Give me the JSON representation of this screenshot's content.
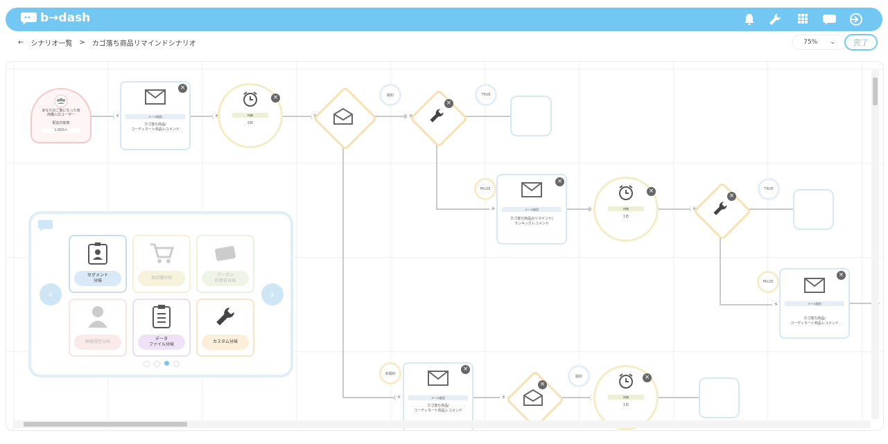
{
  "app": {
    "logo_text": "b→dash"
  },
  "header": {
    "icons": [
      "bell-icon",
      "wrench-icon",
      "grid-icon",
      "chat-icon",
      "logout-icon"
    ]
  },
  "breadcrumb": {
    "back": "←",
    "parent": "シナリオ一覧",
    "sep": ">",
    "current": "カゴ落ち商品リマインドシナリオ"
  },
  "toolbar": {
    "zoom": "75%",
    "zoom_caret": "⌄",
    "done_label": "完了"
  },
  "segment": {
    "line1": "あなたのご覧になった商",
    "line2": "商購入のユーザー",
    "label": "配信対象数",
    "count": "1,000人"
  },
  "mail1": {
    "chip": "メール配信",
    "line1": "カゴ落ち商品/",
    "line2": "コーディネート商品レコメンド"
  },
  "timer1": {
    "chip": "待機",
    "value": "3日"
  },
  "pins": {
    "open": "開封",
    "true": "TRUE",
    "false": "FALSE",
    "unopened": "未開封"
  },
  "mail2": {
    "chip": "メール配信",
    "line1": "カゴ落ち商品のリマインド/",
    "line2": "ランキングレコメンド"
  },
  "timer2": {
    "chip": "待機",
    "value": "1日"
  },
  "mail3": {
    "chip": "メール配信",
    "line1": "カゴ落ち商品/",
    "line2": "コーディネート商品レコメンド"
  },
  "mail4": {
    "chip": "メール配信",
    "line1": "カゴ落ち商品/",
    "line2": "コーディネート商品レコメンド"
  },
  "timer3": {
    "chip": "待機",
    "value": "1日"
  },
  "palette": {
    "tiles": [
      {
        "label": "セグメント\n分岐"
      },
      {
        "label": "実店舗分岐"
      },
      {
        "label": "クーポン\n利用日分岐"
      },
      {
        "label": "顧客属性分岐"
      },
      {
        "label": "データ\nファイル分岐"
      },
      {
        "label": "カスタム分岐"
      }
    ],
    "prev": "‹",
    "next": "›"
  },
  "colors": {
    "accent": "#72c8f3",
    "segment_pink": "#f5b8b8",
    "timer_yellow": "#f3e9b8",
    "diamond_orange": "#f7d9a3"
  }
}
